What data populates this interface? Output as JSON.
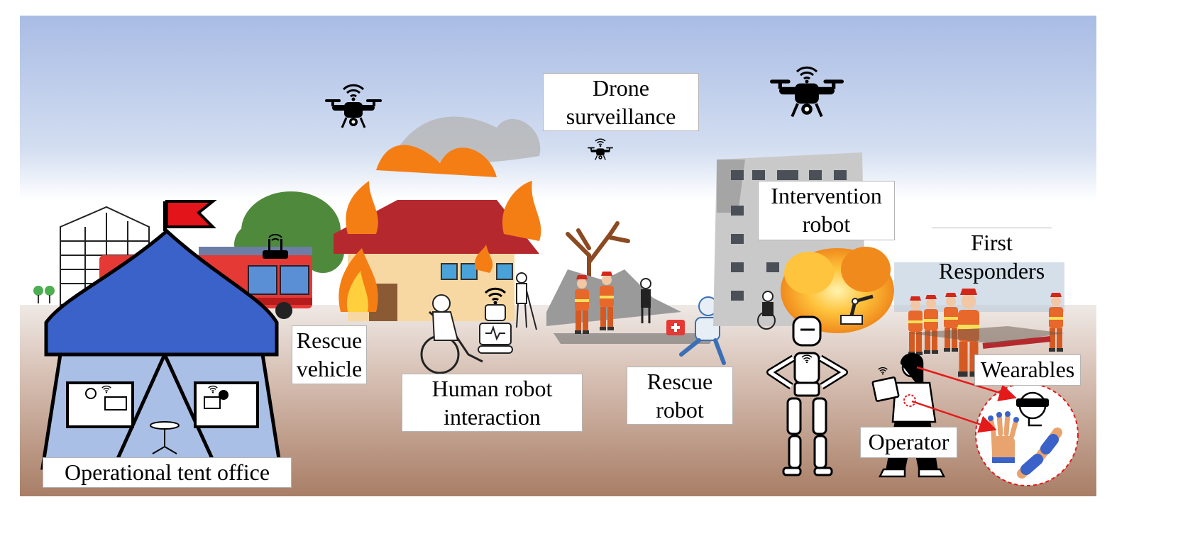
{
  "labels": {
    "drone_surveillance": [
      "Drone",
      "surveillance"
    ],
    "intervention_robot": [
      "Intervention",
      "robot"
    ],
    "first_responders": [
      "First",
      "Responders"
    ],
    "rescue_vehicle": [
      "Rescue",
      "vehicle"
    ],
    "human_robot_interaction": [
      "Human robot",
      "interaction"
    ],
    "rescue_robot": [
      "Rescue",
      "robot"
    ],
    "wearables": "Wearables",
    "operator": "Operator",
    "operational_tent_office": "Operational tent office"
  },
  "colors": {
    "sky_top": "#a9bce4",
    "sky_bottom": "#ffffff",
    "ground_top": "#e4dbd6",
    "ground_bottom": "#a97e66",
    "tent_blue": "#3a62c9",
    "tent_light": "#a9bfe6",
    "flag_red": "#e4141b",
    "fire_orange": "#f57e14",
    "fire_yellow": "#ffcf3d",
    "roof_red": "#b5292e",
    "house_wall": "#f8d8a2",
    "fire_truck_red": "#e53935",
    "responder_orange": "#e8672a",
    "arrow_red": "#e41a1a"
  },
  "icons": [
    "drone-icon",
    "wifi-icon",
    "router-icon",
    "tree-icon",
    "building-icon",
    "robot-icon",
    "wheelchair-icon",
    "vr-headset-icon",
    "glove-icon",
    "arm-sleeve-icon",
    "laptop-icon",
    "medkit-icon",
    "dead-tree-icon",
    "explosion-icon",
    "robot-arm-icon"
  ]
}
